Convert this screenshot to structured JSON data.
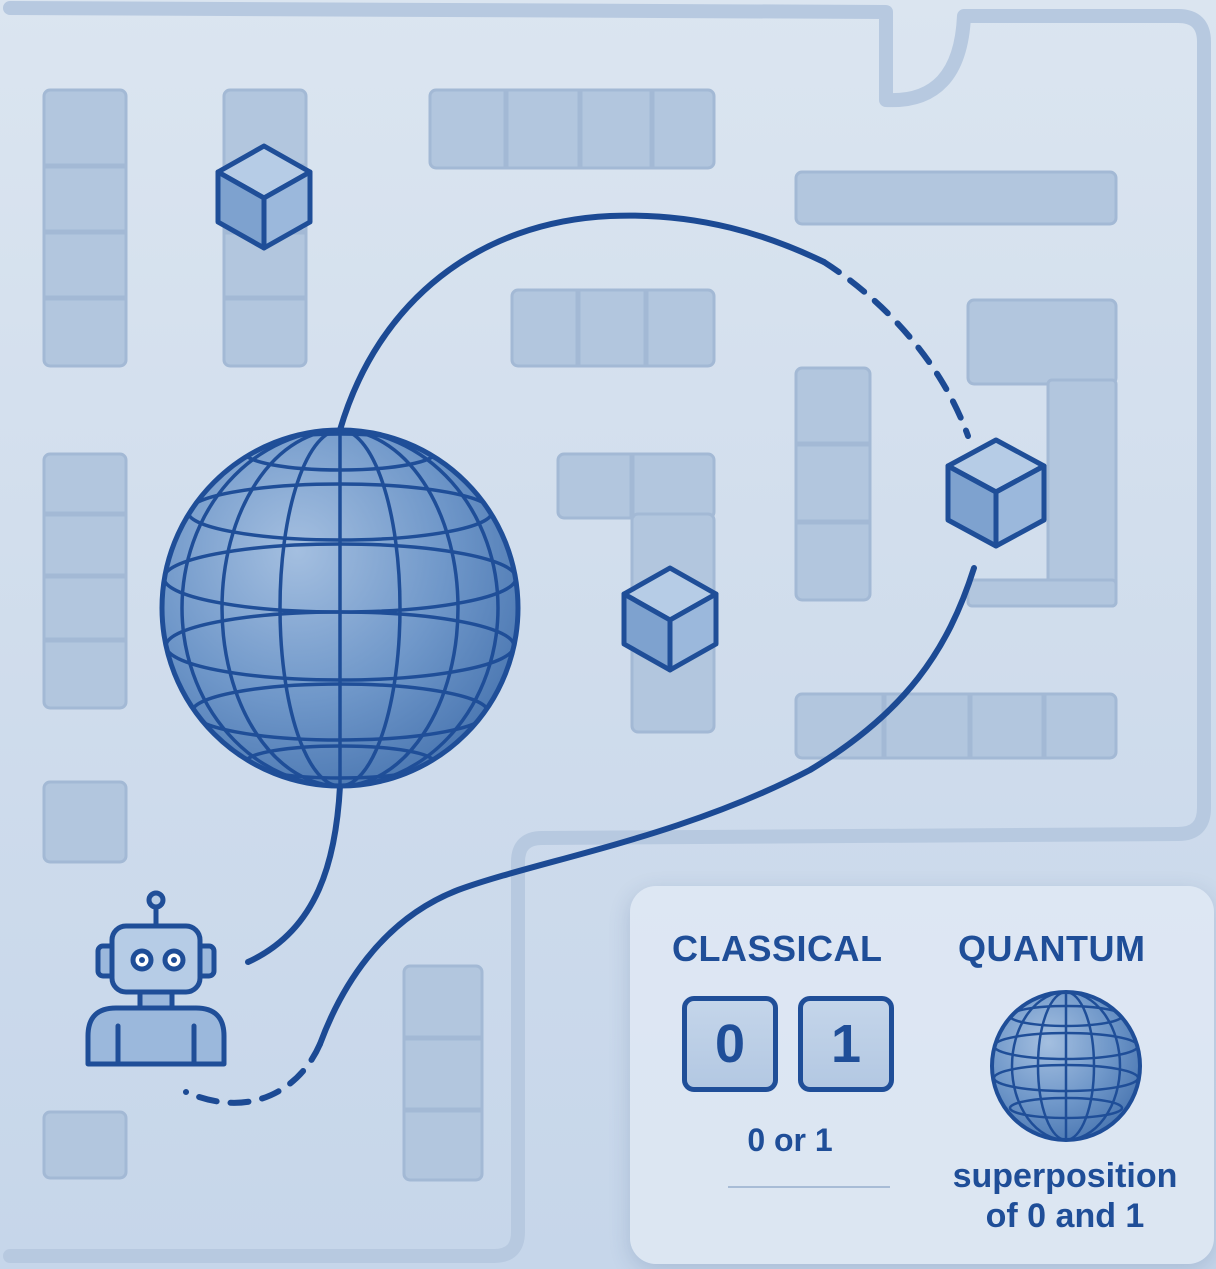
{
  "legend": {
    "classical": {
      "heading": "CLASSICAL",
      "bits": [
        "0",
        "1"
      ],
      "caption": "0 or 1"
    },
    "quantum": {
      "heading": "QUANTUM",
      "caption_line1": "superposition",
      "caption_line2": "of 0 and 1"
    }
  },
  "colors": {
    "accent": "#1f4e98",
    "maze_wall": "#b4c7df",
    "background": "#d4e0ee"
  }
}
